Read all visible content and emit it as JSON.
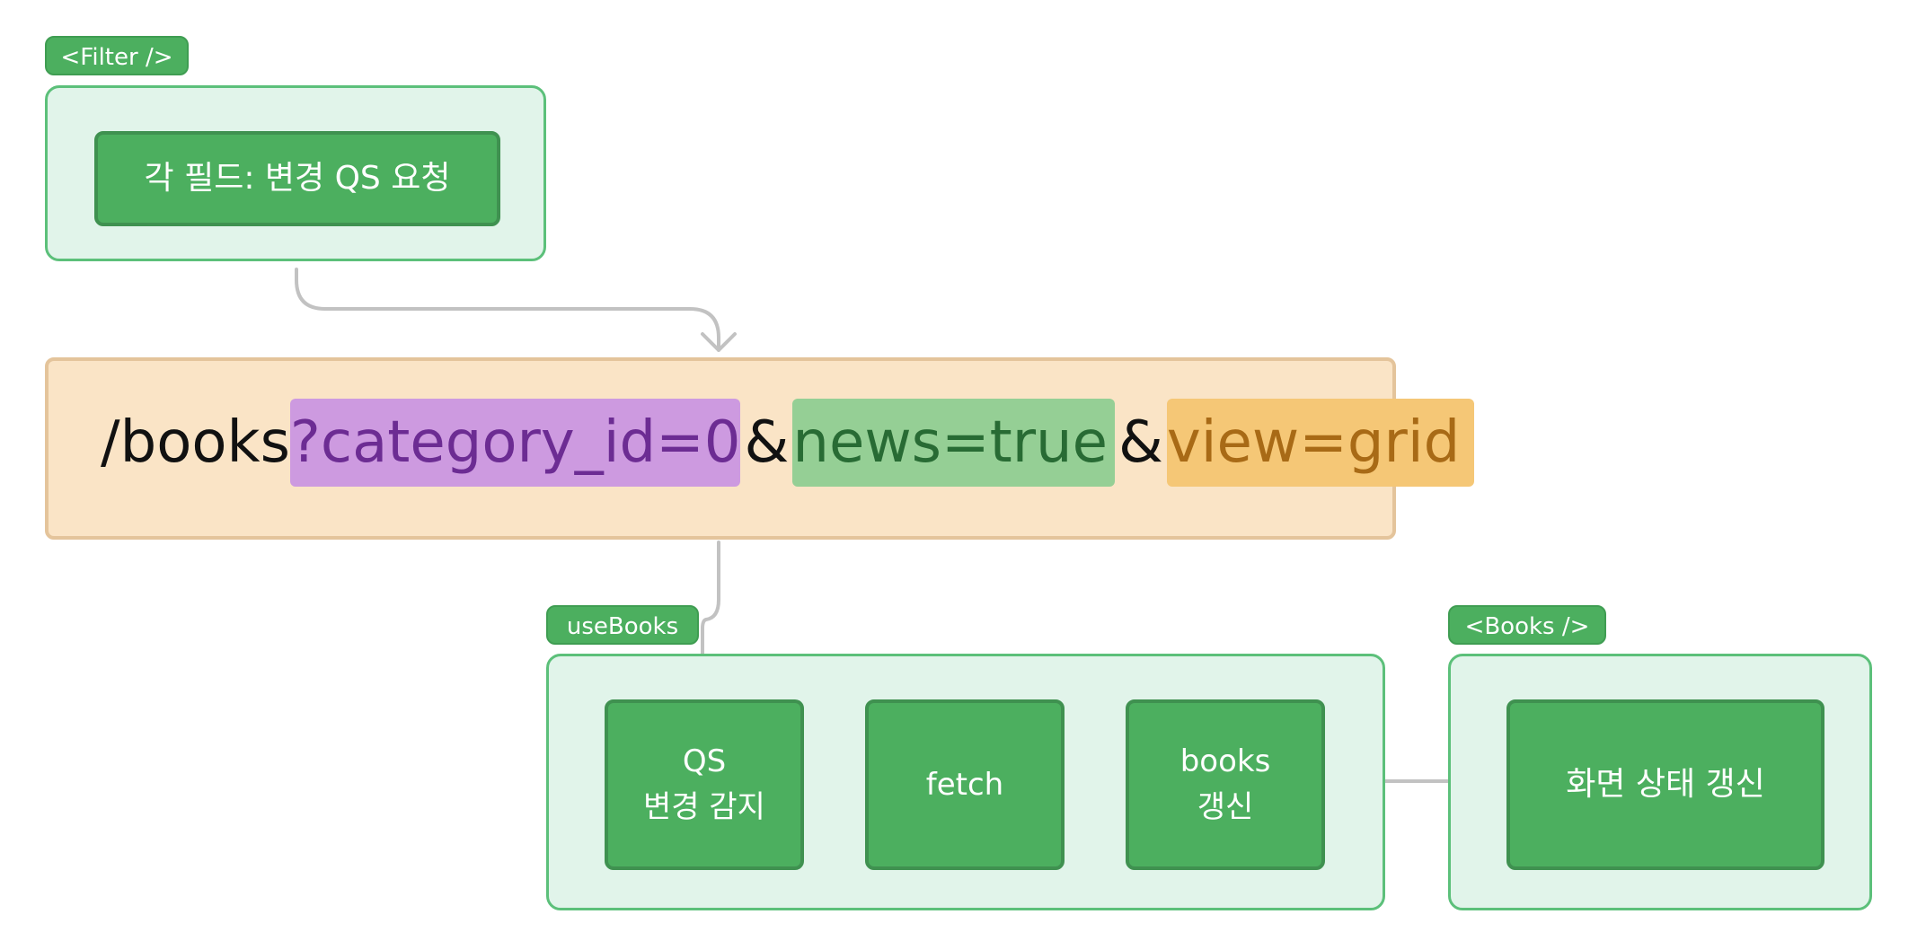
{
  "filter": {
    "tag": "<Filter />",
    "node_label": "각 필드: 변경 QS 요청"
  },
  "url": {
    "path": "/books",
    "query_category": "?category_id=0",
    "amp1": "&",
    "query_news": "news=true",
    "amp2": "&",
    "query_view": "view=grid"
  },
  "use_books": {
    "tag": "useBooks",
    "nodes": [
      {
        "line1": "QS",
        "line2": "변경 감지"
      },
      {
        "line1": "fetch"
      },
      {
        "line1": "books",
        "line2": "갱신"
      }
    ]
  },
  "books_component": {
    "tag": "<Books />",
    "node_label": "화면 상태 갱신"
  },
  "colors": {
    "node_green": "#4caf5f",
    "group_bg": "#e1f4ea",
    "url_bg": "#fae4c6",
    "highlight_category": "#cd9ae0",
    "highlight_news": "#95cf95",
    "highlight_view": "#f5c776",
    "connector": "#c2c2c2"
  }
}
